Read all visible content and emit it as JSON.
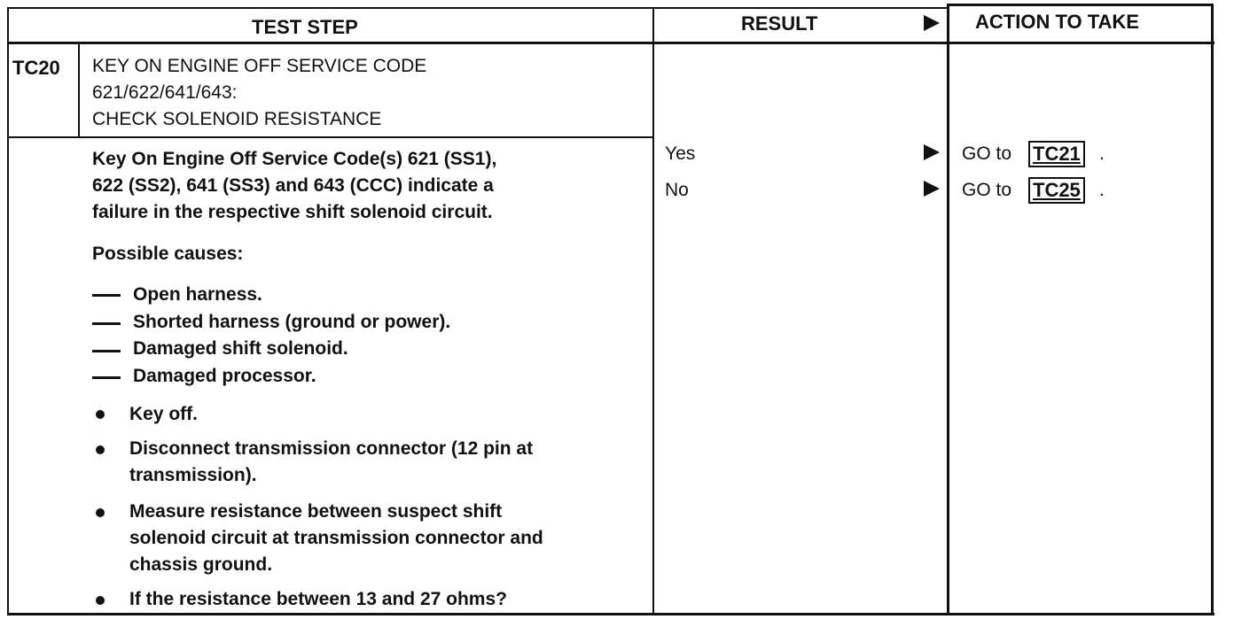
{
  "header": {
    "test_step": "TEST STEP",
    "result": "RESULT",
    "action": "ACTION TO TAKE"
  },
  "step": {
    "id": "TC20",
    "title_lines": [
      "KEY ON ENGINE OFF SERVICE CODE",
      "621/622/641/643:",
      "CHECK SOLENOID RESISTANCE"
    ],
    "description_lines": [
      "Key On Engine Off Service Code(s) 621 (SS1),",
      "622 (SS2), 641 (SS3) and 643 (CCC) indicate a",
      "failure in the respective shift solenoid circuit."
    ],
    "possible_causes_label": "Possible causes:",
    "causes": [
      "Open harness.",
      "Shorted harness (ground or power).",
      "Damaged shift solenoid.",
      "Damaged processor."
    ],
    "bullets": [
      [
        "Key off."
      ],
      [
        "Disconnect transmission connector (12 pin at",
        "transmission)."
      ],
      [
        "Measure resistance between suspect shift",
        "solenoid circuit at transmission connector and",
        "chassis ground."
      ],
      [
        "If the resistance between 13 and 27 ohms?"
      ]
    ]
  },
  "results": [
    {
      "label": "Yes",
      "action_prefix": "GO to",
      "target": "TC21",
      "suffix": "."
    },
    {
      "label": "No",
      "action_prefix": "GO to",
      "target": "TC25",
      "suffix": "."
    }
  ]
}
